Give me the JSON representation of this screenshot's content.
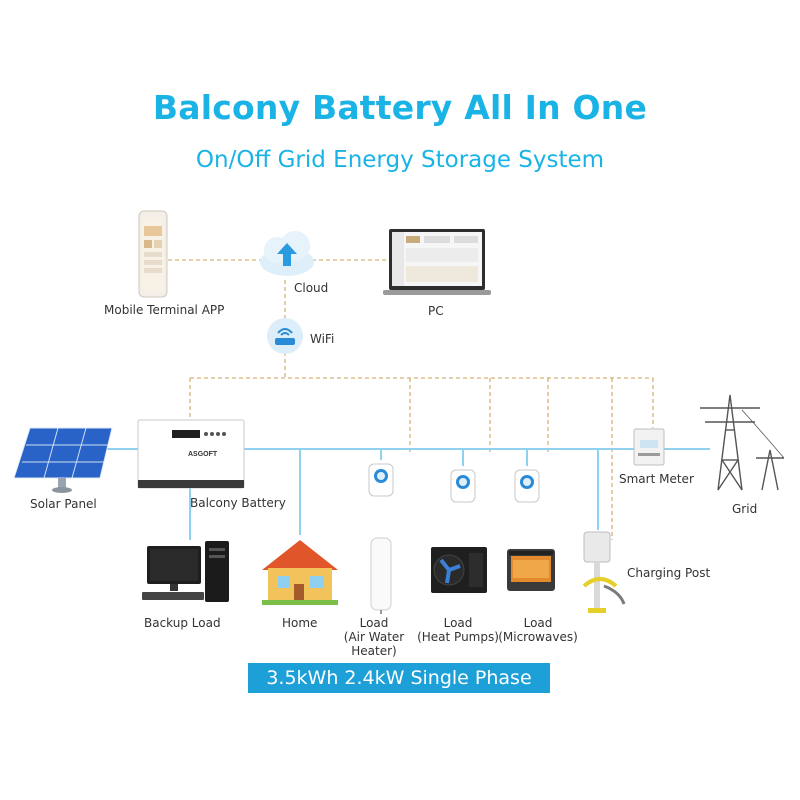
{
  "header": {
    "title": "Balcony Battery All In One",
    "subtitle": "On/Off Grid Energy Storage System"
  },
  "labels": {
    "mobile_app": "Mobile Terminal APP",
    "cloud": "Cloud",
    "pc": "PC",
    "wifi": "WiFi",
    "solar_panel": "Solar Panel",
    "balcony_battery": "Balcony Battery",
    "smart_meter": "Smart Meter",
    "grid": "Grid",
    "backup_load": "Backup Load",
    "home": "Home",
    "load_air_water": [
      "Load",
      "(Air Water",
      "Heater)"
    ],
    "load_heat_pumps": [
      "Load",
      "(Heat Pumps)"
    ],
    "load_microwaves": [
      "Load",
      "(Microwaves)"
    ],
    "charging_post": "Charging Post",
    "battery_brand": "ASGOFT"
  },
  "banner": "3.5kWh 2.4kW Single Phase",
  "colors": {
    "accent": "#1ab3e6",
    "banner_bg": "#1da0d8",
    "power_line": "#8fd1ee",
    "comm_line": "#d8b27a"
  }
}
